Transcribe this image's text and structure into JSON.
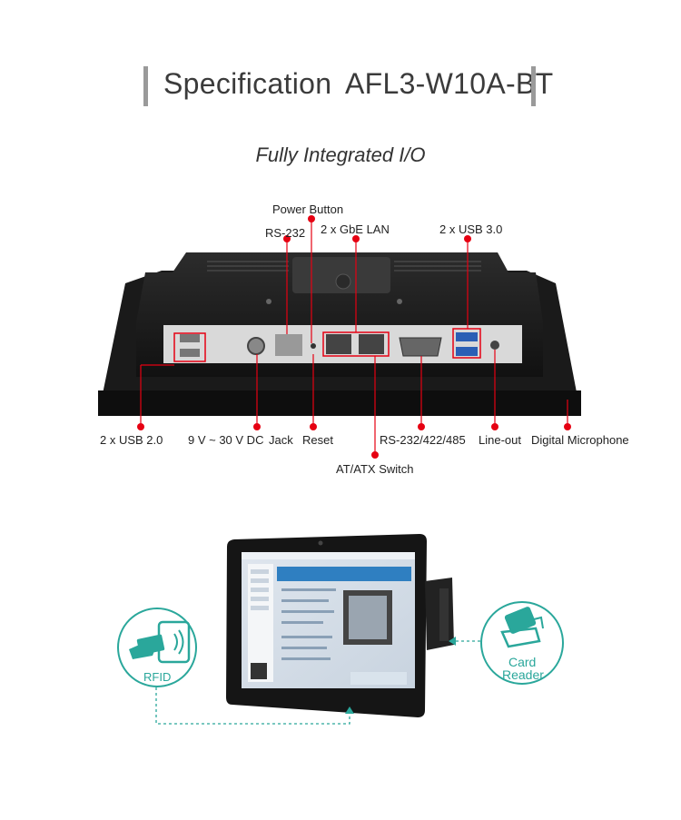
{
  "header": {
    "title": "Specification",
    "model": "AFL3-W10A-BT"
  },
  "section_title": "Fully Integrated I/O",
  "io_labels_top": {
    "power_button": "Power Button",
    "rs232": "RS-232",
    "gbe_lan": "2 x GbE LAN",
    "usb30": "2 x USB 3.0"
  },
  "io_labels_bottom": {
    "usb20": "2 x USB 2.0",
    "dc_in": "9 V ~ 30 V DC",
    "jack": "Jack",
    "reset": "Reset",
    "rs232_422_485": "RS-232/422/485",
    "line_out": "Line-out",
    "digital_mic": "Digital Microphone",
    "atx_switch": "AT/ATX Switch"
  },
  "features": {
    "rfid": "RFID",
    "card_reader_line1": "Card",
    "card_reader_line2": "Reader"
  },
  "colors": {
    "accent_red": "#e60012",
    "teal": "#2aa79b"
  }
}
